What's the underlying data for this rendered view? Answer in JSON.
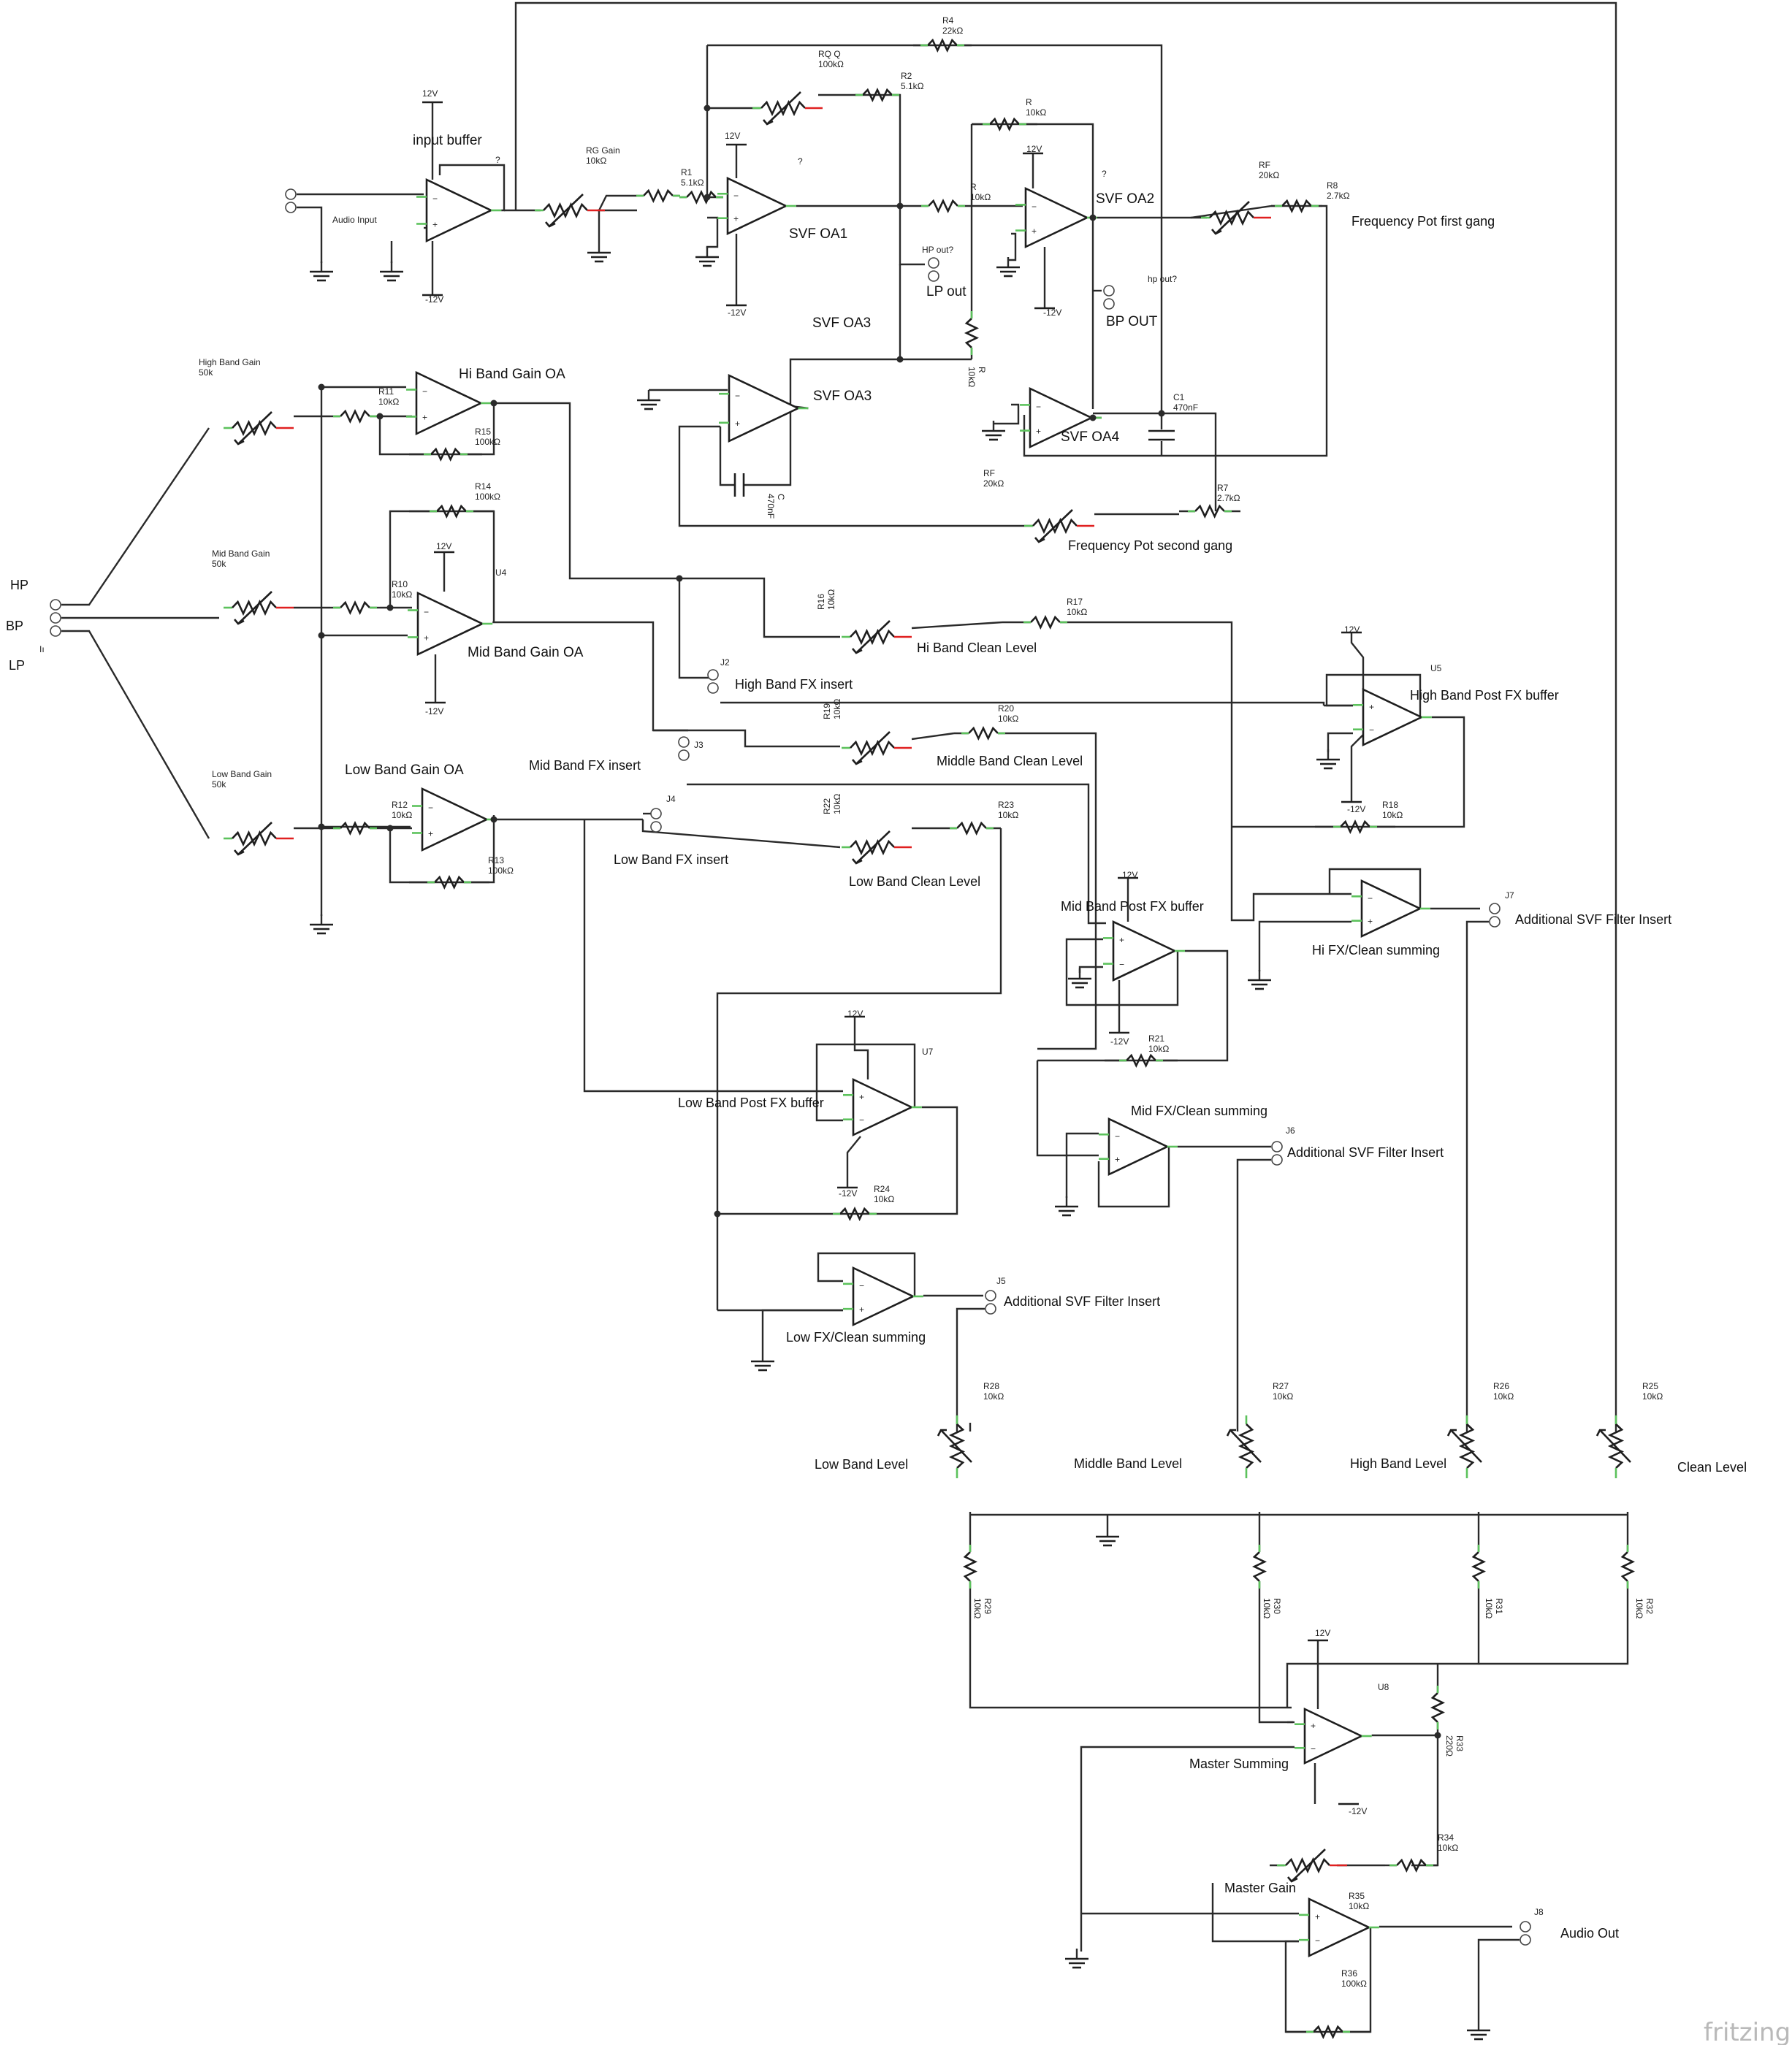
{
  "brand": {
    "logo_text": "fritzing",
    "logo_color": "#b9b9b9"
  },
  "colors": {
    "wire": "#2a2a2a",
    "pin_end": "#5cc25c",
    "pot_wiper": "#e02020",
    "background": "#ffffff"
  },
  "supply": {
    "pos": "12V",
    "neg": "-12V"
  },
  "stage_labels": {
    "input_buffer": "input buffer",
    "svf_oa1": "SVF OA1",
    "svf_oa2": "SVF OA2",
    "svf_oa3_top": "SVF OA3",
    "svf_oa3": "SVF OA3",
    "svf_oa4": "SVF OA4",
    "hi_band_gain_oa": "Hi Band Gain OA",
    "mid_band_gain_oa": "Mid Band Gain OA",
    "low_band_gain_oa": "Low Band Gain OA",
    "high_band_post_fx_buffer": "High Band Post FX buffer",
    "mid_band_post_fx_buffer": "Mid Band Post FX buffer",
    "low_band_post_fx_buffer": "Low Band Post FX buffer",
    "hi_fx_clean_summing": "Hi FX/Clean summing",
    "mid_fx_clean_summing": "Mid FX/Clean summing",
    "low_fx_clean_summing": "Low FX/Clean summing",
    "master_summing": "Master Summing"
  },
  "connectors": {
    "audio_input": "Audio Input",
    "lp_out": "LP out",
    "lp_out_hint": "HP out?",
    "bp_out": "BP OUT",
    "bp_out_hint": "hp out?",
    "hp": "HP",
    "bp": "BP",
    "lp": "LP",
    "hbl_ref": "Iı",
    "j2": "J2",
    "j2_label": "High Band FX insert",
    "j3": "J3",
    "j3_label": "Mid Band FX insert",
    "j4": "J4",
    "j4_label": "Low Band FX insert",
    "j5": "J5",
    "j5_label": "Additional SVF Filter Insert",
    "j6": "J6",
    "j6_label": "Additional SVF Filter Insert",
    "j7": "J7",
    "j7_label": "Additional SVF Filter Insert",
    "j8": "J8",
    "j8_label": "Audio Out"
  },
  "misc": {
    "q1": "?",
    "q2": "?",
    "q3": "?",
    "u4": "U4",
    "u5": "U5",
    "u7": "U7",
    "u8": "U8"
  },
  "pots": {
    "rg_gain": {
      "name": "RG Gain",
      "value": "10kΩ"
    },
    "rq_q": {
      "name": "RQ Q",
      "value": "100kΩ"
    },
    "rf_top": {
      "name": "RF",
      "value": "20kΩ"
    },
    "rf_bottom": {
      "name": "RF",
      "value": "20kΩ"
    },
    "freq_first": "Frequency Pot first gang",
    "freq_second": "Frequency Pot second gang",
    "high_band_gain": {
      "name": "High Band Gain",
      "value": "50k"
    },
    "mid_band_gain": {
      "name": "Mid Band Gain",
      "value": "50k"
    },
    "low_band_gain": {
      "name": "Low Band Gain",
      "value": "50k"
    },
    "r16": {
      "name": "R16",
      "value": "10kΩ",
      "label": "Hi Band Clean Level"
    },
    "r19": {
      "name": "R19",
      "value": "10kΩ",
      "label": "Middle Band Clean Level"
    },
    "r22": {
      "name": "R22",
      "value": "10kΩ",
      "label": "Low Band Clean Level"
    },
    "r28": {
      "name": "R28",
      "value": "10kΩ",
      "label": "Low Band Level"
    },
    "r27": {
      "name": "R27",
      "value": "10kΩ",
      "label": "Middle Band Level"
    },
    "r26": {
      "name": "R26",
      "value": "10kΩ",
      "label": "High Band Level"
    },
    "r25": {
      "name": "R25",
      "value": "10kΩ",
      "label": "Clean Level"
    },
    "master_gain": {
      "label": "Master Gain"
    }
  },
  "resistors": {
    "r1": {
      "name": "R1",
      "value": "5.1kΩ"
    },
    "r2": {
      "name": "R2",
      "value": "5.1kΩ"
    },
    "r4": {
      "name": "R4",
      "value": "22kΩ"
    },
    "r_a": {
      "name": "R",
      "value": "10kΩ"
    },
    "r_b": {
      "name": "R",
      "value": "10kΩ"
    },
    "r_c": {
      "name": "R",
      "value": "10kΩ"
    },
    "r8": {
      "name": "R8",
      "value": "2.7kΩ"
    },
    "r7": {
      "name": "R7",
      "value": "2.7kΩ"
    },
    "r11": {
      "name": "R11",
      "value": "10kΩ"
    },
    "r15": {
      "name": "R15",
      "value": "100kΩ"
    },
    "r14": {
      "name": "R14",
      "value": "100kΩ"
    },
    "r10": {
      "name": "R10",
      "value": "10kΩ"
    },
    "r12": {
      "name": "R12",
      "value": "10kΩ"
    },
    "r13": {
      "name": "R13",
      "value": "100kΩ"
    },
    "r17": {
      "name": "R17",
      "value": "10kΩ"
    },
    "r20": {
      "name": "R20",
      "value": "10kΩ"
    },
    "r23": {
      "name": "R23",
      "value": "10kΩ"
    },
    "r18": {
      "name": "R18",
      "value": "10kΩ"
    },
    "r21": {
      "name": "R21",
      "value": "10kΩ"
    },
    "r24": {
      "name": "R24",
      "value": "10kΩ"
    },
    "r29": {
      "name": "R29",
      "value": "10kΩ"
    },
    "r30": {
      "name": "R30",
      "value": "10kΩ"
    },
    "r31": {
      "name": "R31",
      "value": "10kΩ"
    },
    "r32": {
      "name": "R32",
      "value": "10kΩ"
    },
    "r33": {
      "name": "R33",
      "value": "220Ω"
    },
    "r34": {
      "name": "R34",
      "value": "10kΩ"
    },
    "r35": {
      "name": "R35",
      "value": "10kΩ"
    },
    "r36": {
      "name": "R36",
      "value": "100kΩ"
    }
  },
  "capacitors": {
    "c1": {
      "name": "C1",
      "value": "470nF"
    },
    "c2": {
      "name": "C",
      "value": "470nF"
    }
  }
}
